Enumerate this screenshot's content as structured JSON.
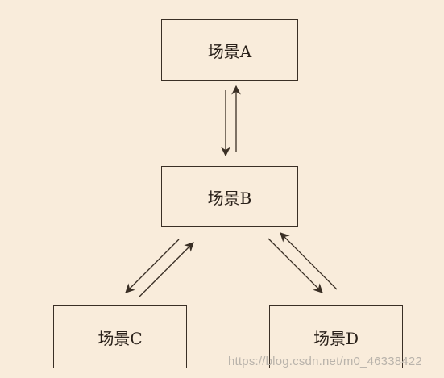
{
  "nodes": {
    "a": "场景A",
    "b": "场景B",
    "c": "场景C",
    "d": "场景D"
  },
  "watermark": "https://blog.csdn.net/m0_46338422",
  "colors": {
    "background": "#f9ecdb",
    "stroke": "#3a2f25"
  }
}
